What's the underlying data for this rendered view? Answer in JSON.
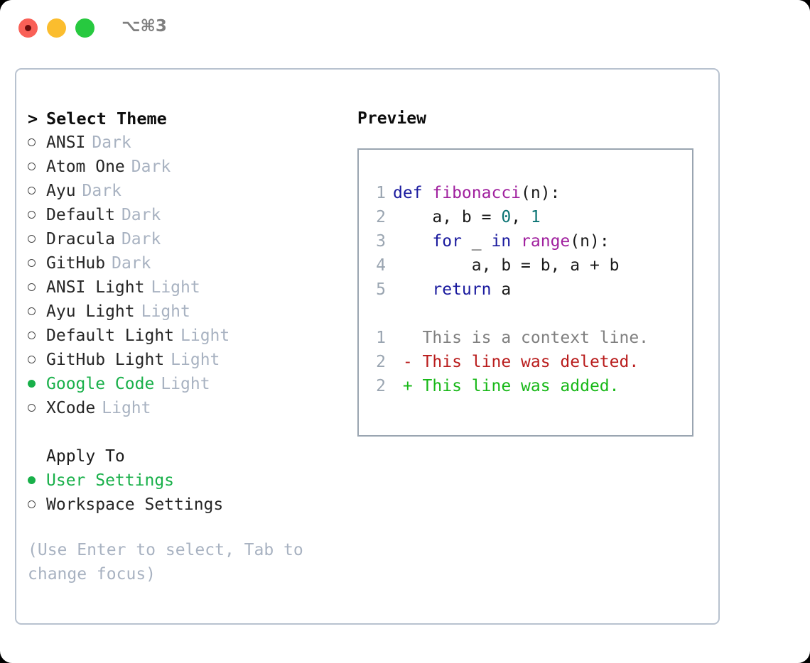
{
  "titlebar": {
    "shortcut": "⌥⌘3",
    "buttons": [
      "close",
      "minimize",
      "maximize"
    ]
  },
  "left_panel": {
    "header": {
      "caret": ">",
      "label": "Select Theme"
    },
    "themes": [
      {
        "name": "ANSI",
        "tag": "Dark",
        "selected": false
      },
      {
        "name": "Atom One",
        "tag": "Dark",
        "selected": false
      },
      {
        "name": "Ayu",
        "tag": "Dark",
        "selected": false
      },
      {
        "name": "Default",
        "tag": "Dark",
        "selected": false
      },
      {
        "name": "Dracula",
        "tag": "Dark",
        "selected": false
      },
      {
        "name": "GitHub",
        "tag": "Dark",
        "selected": false
      },
      {
        "name": "ANSI Light",
        "tag": "Light",
        "selected": false
      },
      {
        "name": "Ayu Light",
        "tag": "Light",
        "selected": false
      },
      {
        "name": "Default Light",
        "tag": "Light",
        "selected": false
      },
      {
        "name": "GitHub Light",
        "tag": "Light",
        "selected": false
      },
      {
        "name": "Google Code",
        "tag": "Light",
        "selected": true
      },
      {
        "name": "XCode",
        "tag": "Light",
        "selected": false
      }
    ],
    "apply_to": {
      "label": "Apply To",
      "options": [
        {
          "name": "User Settings",
          "selected": true
        },
        {
          "name": "Workspace Settings",
          "selected": false
        }
      ]
    },
    "hint": "(Use Enter to select, Tab to change focus)"
  },
  "right_panel": {
    "title": "Preview",
    "code_lines": [
      {
        "num": "1",
        "tokens": [
          {
            "t": "def ",
            "c": "kw"
          },
          {
            "t": "fibonacci",
            "c": "fn"
          },
          {
            "t": "(n):",
            "c": "plain"
          }
        ]
      },
      {
        "num": "2",
        "tokens": [
          {
            "t": "    a, b = ",
            "c": "plain"
          },
          {
            "t": "0",
            "c": "num"
          },
          {
            "t": ", ",
            "c": "plain"
          },
          {
            "t": "1",
            "c": "num"
          }
        ]
      },
      {
        "num": "3",
        "tokens": [
          {
            "t": "    ",
            "c": "plain"
          },
          {
            "t": "for",
            "c": "kw"
          },
          {
            "t": " _ ",
            "c": "plain"
          },
          {
            "t": "in ",
            "c": "kw"
          },
          {
            "t": "range",
            "c": "fn"
          },
          {
            "t": "(n):",
            "c": "plain"
          }
        ]
      },
      {
        "num": "4",
        "tokens": [
          {
            "t": "        a, b = b, a + b",
            "c": "plain"
          }
        ]
      },
      {
        "num": "5",
        "tokens": [
          {
            "t": "    ",
            "c": "plain"
          },
          {
            "t": "return",
            "c": "kw"
          },
          {
            "t": " a",
            "c": "plain"
          }
        ]
      }
    ],
    "diff_lines": [
      {
        "num": "1",
        "marker": " ",
        "text": "This is a context line.",
        "kind": "ctx"
      },
      {
        "num": "2",
        "marker": "-",
        "text": "This line was deleted.",
        "kind": "del"
      },
      {
        "num": "2",
        "marker": "+",
        "text": "This line was added.",
        "kind": "add"
      }
    ]
  },
  "colors": {
    "accent_green": "#19b04a",
    "tag_gray": "#a8b2c1",
    "keyword": "#1a1a9e",
    "function": "#a0209e",
    "number": "#0b7474",
    "diff_add": "#17b817",
    "diff_del": "#b91c1c",
    "diff_ctx": "#808080",
    "line_number": "#9aa5b1",
    "card_border": "#b8c2cf",
    "preview_border": "#9aa5b1"
  }
}
